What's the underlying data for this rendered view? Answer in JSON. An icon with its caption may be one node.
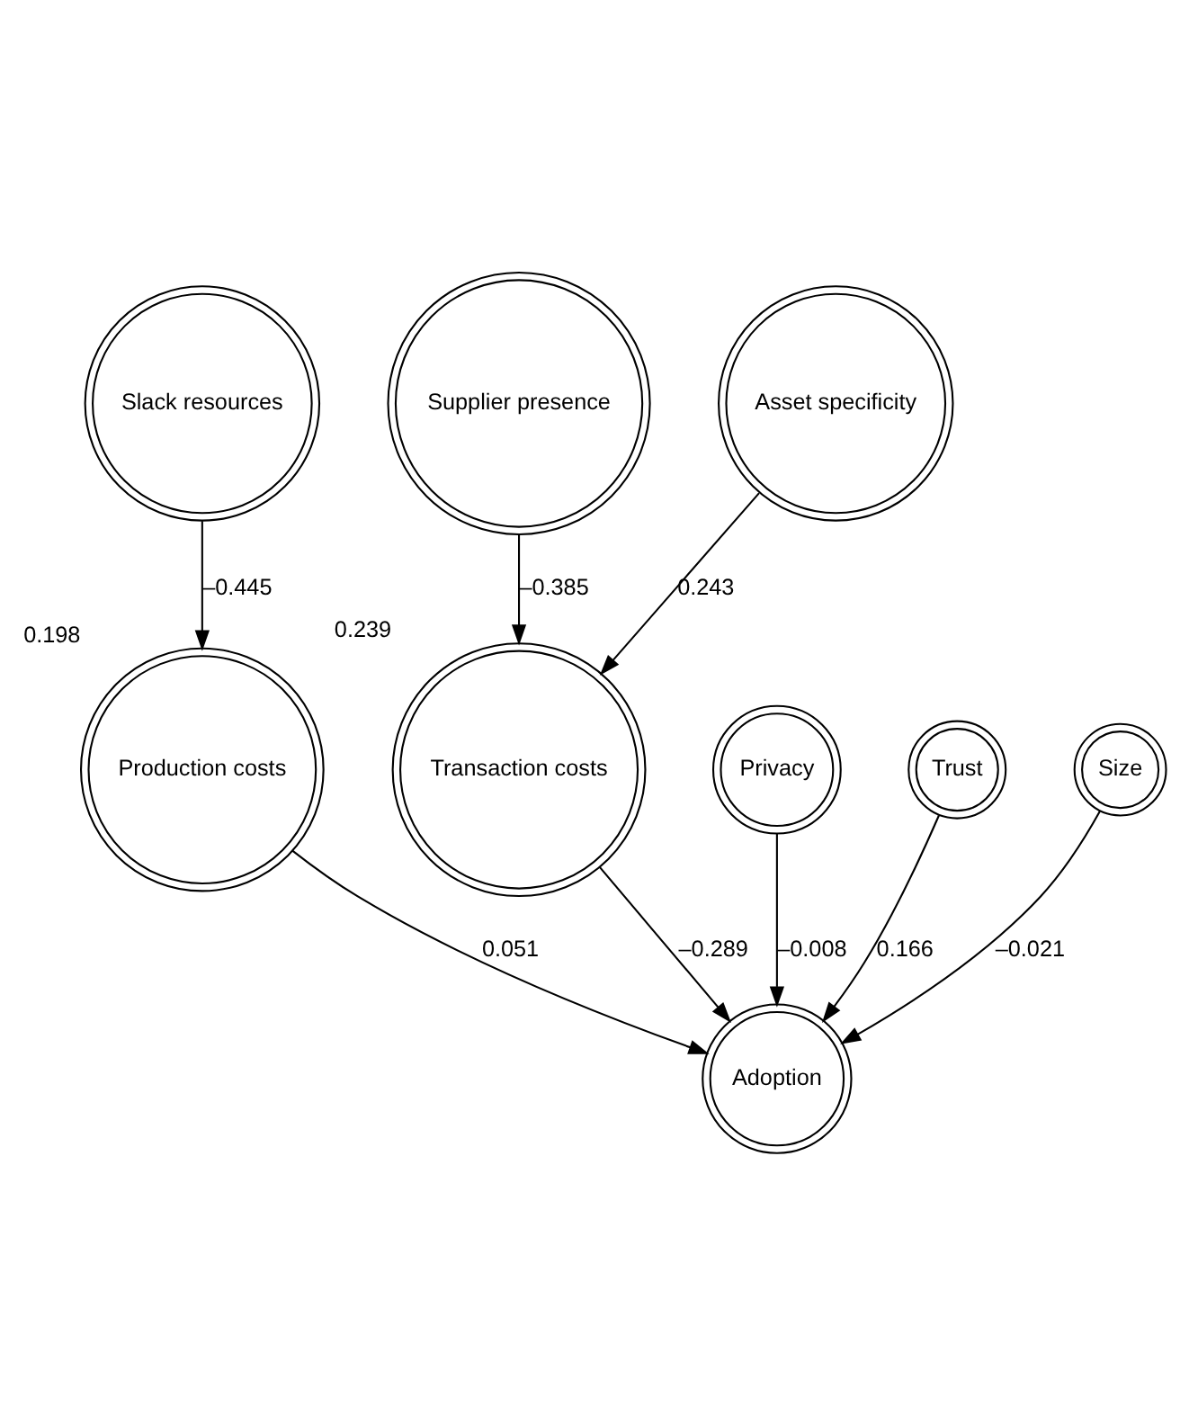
{
  "diagram": {
    "nodes": [
      {
        "text": [
          "Asset specificity"
        ]
      },
      {
        "text": [
          "Supplier presence"
        ]
      },
      {
        "text": [
          "Transaction costs"
        ],
        "beside": [
          "0.239"
        ]
      },
      {
        "text": [
          "Slack resources"
        ]
      },
      {
        "text": [
          "Production costs"
        ],
        "beside": [
          "0.198"
        ]
      },
      {
        "text": [
          "Privacy"
        ]
      },
      {
        "text": [
          "Trust"
        ]
      },
      {
        "text": [
          "Adoption"
        ]
      },
      {
        "text": [
          "Size"
        ]
      }
    ],
    "edges": [
      {
        "from": 0,
        "to": 2,
        "arrow": "to",
        "label": "0.243"
      },
      {
        "from": 1,
        "to": 2,
        "arrow": "to",
        "label": "–0.385"
      },
      {
        "from": 3,
        "to": 4,
        "arrow": "to",
        "label": "–0.445"
      },
      {
        "from": 2,
        "to": 7,
        "arrow": "to",
        "label": "–0.289"
      },
      {
        "from": 4,
        "to": 7,
        "arrow": "to",
        "label": "0.051"
      },
      {
        "from": 5,
        "to": 7,
        "arrow": "to",
        "label": "–0.008"
      },
      {
        "from": 6,
        "to": 7,
        "arrow": "to",
        "label": "0.166"
      },
      {
        "from": 8,
        "to": 7,
        "arrow": "to",
        "label": "–0.021"
      }
    ]
  }
}
